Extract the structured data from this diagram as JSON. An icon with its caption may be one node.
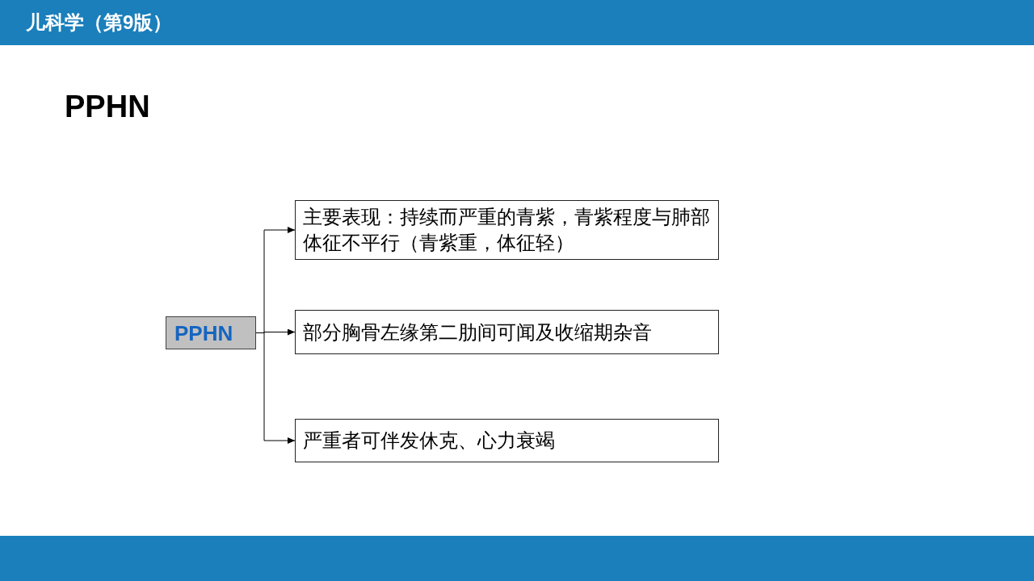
{
  "diagram": {
    "title": "PPHN",
    "nodes": [
      {
        "text": [
          "PPHN"
        ]
      },
      {
        "text": [
          "主要表现：持续而严重的青紫，青紫程度与肺部体征不平行（青紫重，体征轻）"
        ]
      },
      {
        "text": [
          "部分胸骨左缘第二肋间可闻及收缩期杂音"
        ]
      },
      {
        "text": [
          "严重者可伴发休克、心力衰竭"
        ]
      }
    ],
    "edges": [
      {
        "from": 0,
        "to": 1,
        "arrow": "to"
      },
      {
        "from": 0,
        "to": 2,
        "arrow": "to"
      },
      {
        "from": 0,
        "to": 3,
        "arrow": "to"
      }
    ],
    "labels": [
      "儿科学（第9版）"
    ]
  }
}
